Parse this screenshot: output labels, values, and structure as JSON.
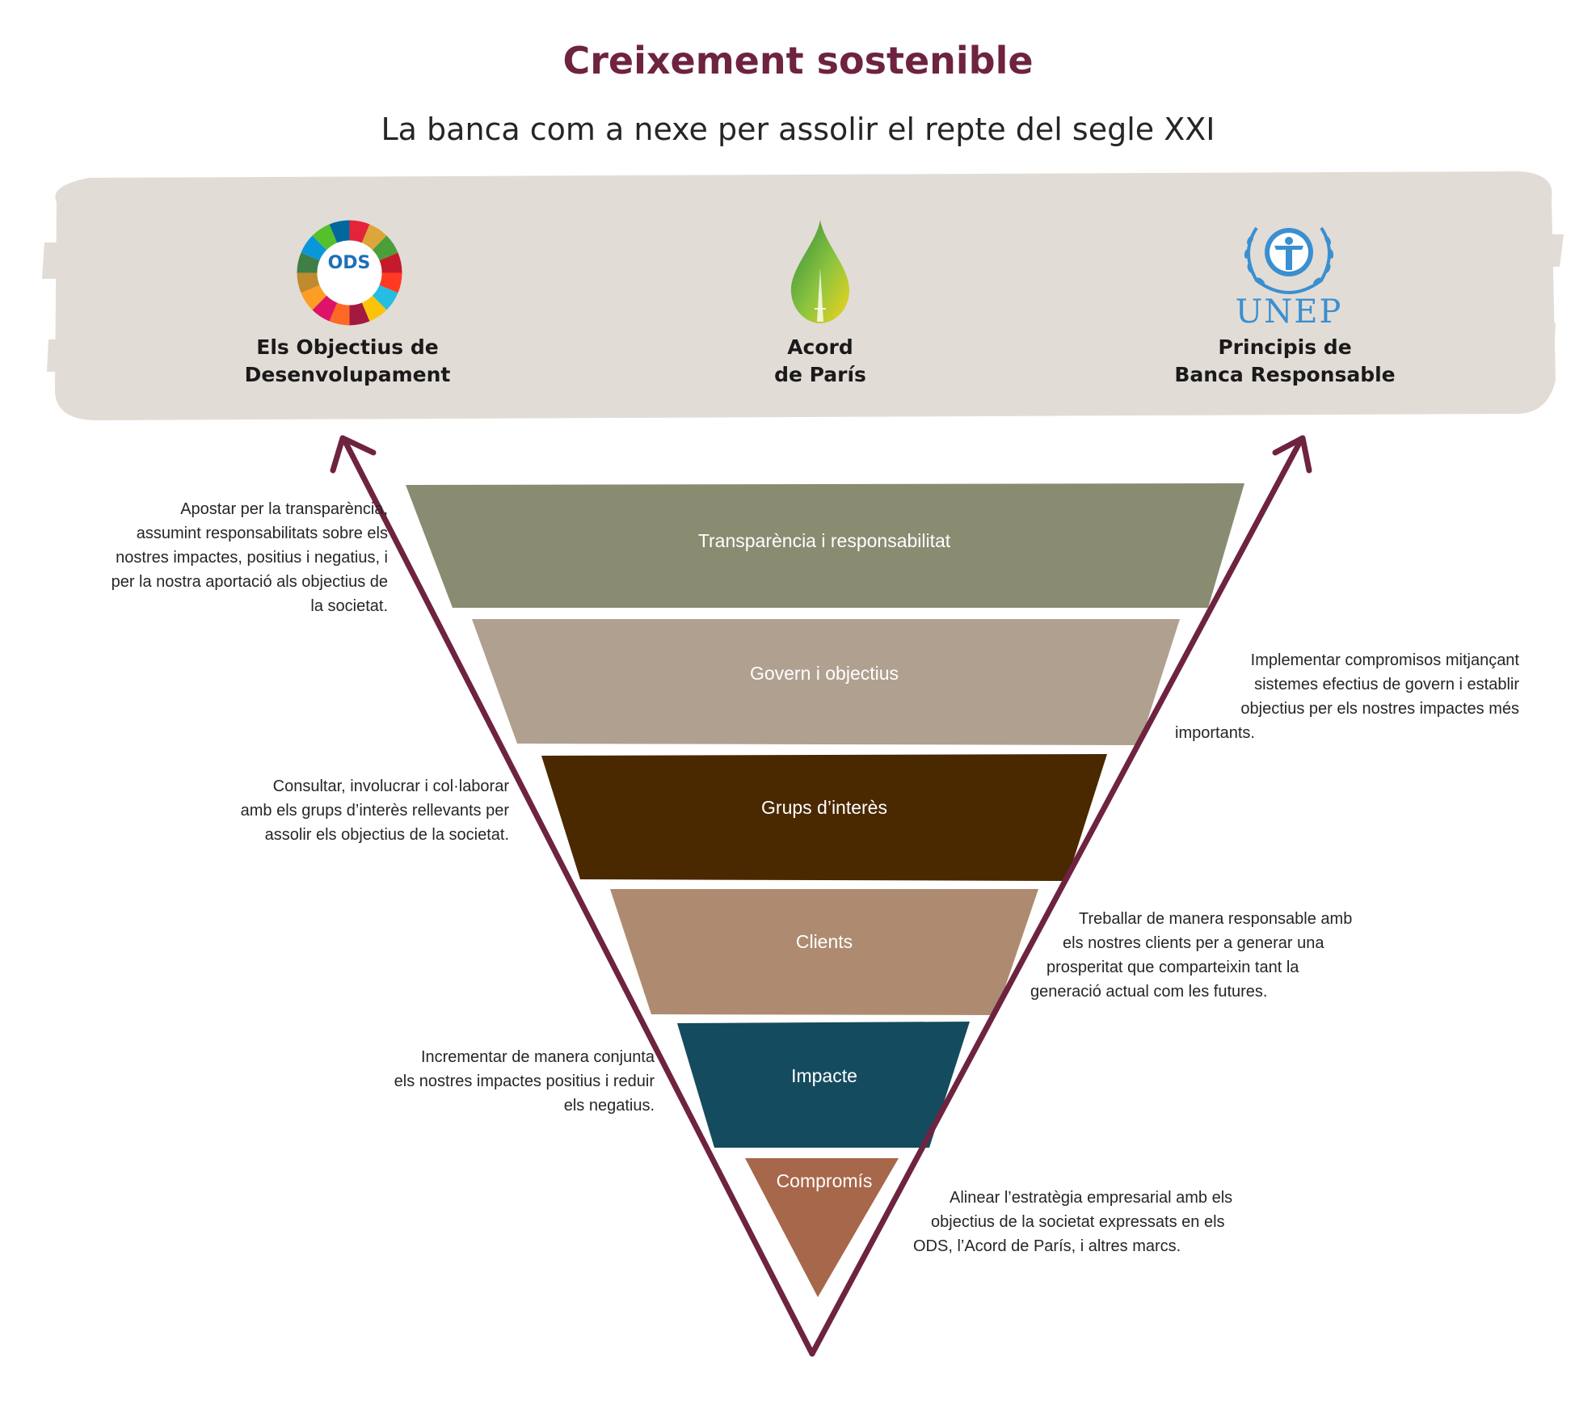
{
  "title": "Creixement sostenible",
  "subtitle": "La banca com a nexe per assolir el repte del segle XXI",
  "frameworks": [
    {
      "line1": "Els Objectius de",
      "line2": "Desenvolupament",
      "logo": "sdg-wheel-icon",
      "logo_text": "ODS"
    },
    {
      "line1": "Acord",
      "line2": "de París",
      "logo": "leaf-drop-icon"
    },
    {
      "line1": "Principis de",
      "line2": "Banca Responsable",
      "logo": "unep-laurel-icon",
      "logo_text": "UNEP"
    }
  ],
  "bands": [
    {
      "label": "Transparència i responsabilitat",
      "color": "#8a8c72"
    },
    {
      "label": "Govern i objectius",
      "color": "#b0a090"
    },
    {
      "label": "Grups d’interès",
      "color": "#4a2800"
    },
    {
      "label": "Clients",
      "color": "#ae8b70"
    },
    {
      "label": "Impacte",
      "color": "#154b5e"
    },
    {
      "label": "Compromís",
      "color": "#a7674a"
    }
  ],
  "descriptions": {
    "transparencia": [
      "Apostar per la transparència,",
      "assumint responsabilitats sobre els",
      "nostres impactes, positius i negatius, i",
      "per la nostra aportació als objectius de",
      "la societat."
    ],
    "govern": [
      "Implementar compromisos mitjançant",
      "sistemes efectius de govern i establir",
      "objectius per els nostres impactes més",
      "importants."
    ],
    "grups": [
      "Consultar, involucrar i col·laborar",
      "amb els grups d’interès rellevants per",
      "assolir els objectius de la societat."
    ],
    "clients": [
      "Treballar de manera responsable amb",
      "els nostres clients per a generar una",
      "prosperitat que comparteixin tant la",
      "generació actual com les futures."
    ],
    "impacte": [
      "Incrementar de manera conjunta",
      "els nostres impactes positius i reduir",
      "els negatius."
    ],
    "compromis": [
      "Alinear l’estratègia empresarial amb els",
      "objectius de la societat expressats en els",
      "ODS, l’Acord de París, i altres marcs."
    ]
  },
  "colors": {
    "arrow": "#6e2340",
    "banner": "#e2dcd7",
    "title": "#6e2340"
  }
}
